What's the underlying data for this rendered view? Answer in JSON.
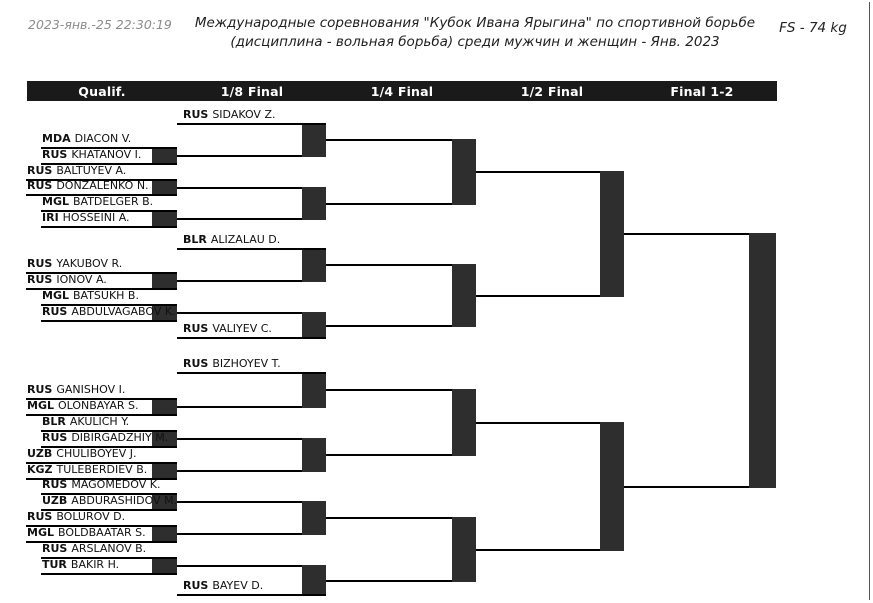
{
  "header": {
    "timestamp": "2023-янв.-25 22:30:19",
    "title_line1": "Международные соревнования \"Кубок Ивана Ярыгина\" по спортивной борьбе",
    "title_line2": "(дисциплина - вольная борьба) среди мужчин и женщин - Янв. 2023",
    "weight_class": "FS - 74 kg"
  },
  "round_headers": [
    {
      "label": "Qualif."
    },
    {
      "label": "1/8 Final"
    },
    {
      "label": "1/4 Final"
    },
    {
      "label": "1/2 Final"
    },
    {
      "label": "Final 1-2"
    }
  ],
  "qualif_matches": [
    {
      "a": {
        "country": "MDA",
        "name": "DIACON V."
      },
      "b": {
        "country": "RUS",
        "name": "KHATANOV I."
      }
    },
    {
      "a": {
        "country": "RUS",
        "name": "BALTUYEV A."
      },
      "b": {
        "country": "RUS",
        "name": "DONZALENKO N."
      }
    },
    {
      "a": {
        "country": "MGL",
        "name": "BATDELGER B."
      },
      "b": {
        "country": "IRI",
        "name": "HOSSEINI A."
      }
    },
    {
      "a": {
        "country": "RUS",
        "name": "YAKUBOV R."
      },
      "b": {
        "country": "RUS",
        "name": "IONOV A."
      }
    },
    {
      "a": {
        "country": "MGL",
        "name": "BATSUKH B."
      },
      "b": {
        "country": "RUS",
        "name": "ABDULVAGABOV K."
      }
    },
    {
      "a": {
        "country": "RUS",
        "name": "GANISHOV I."
      },
      "b": {
        "country": "MGL",
        "name": "OLONBAYAR S."
      }
    },
    {
      "a": {
        "country": "BLR",
        "name": "AKULICH Y."
      },
      "b": {
        "country": "RUS",
        "name": "DIBIRGADZHIY M."
      }
    },
    {
      "a": {
        "country": "UZB",
        "name": "CHULIBOYEV J."
      },
      "b": {
        "country": "KGZ",
        "name": "TULEBERDIEV B."
      }
    },
    {
      "a": {
        "country": "RUS",
        "name": "MAGOMEDOV K."
      },
      "b": {
        "country": "UZB",
        "name": "ABDURASHIDOV M."
      }
    },
    {
      "a": {
        "country": "RUS",
        "name": "BOLUROV D."
      },
      "b": {
        "country": "MGL",
        "name": "BOLDBAATAR S."
      }
    },
    {
      "a": {
        "country": "RUS",
        "name": "ARSLANOV B."
      },
      "b": {
        "country": "TUR",
        "name": "BAKIR H."
      }
    }
  ],
  "r16_direct": [
    {
      "country": "RUS",
      "name": "SIDAKOV Z."
    },
    {
      "country": "BLR",
      "name": "ALIZALAU D."
    },
    {
      "country": "RUS",
      "name": "VALIYEV C."
    },
    {
      "country": "RUS",
      "name": "BIZHOYEV T."
    },
    {
      "country": "RUS",
      "name": "BAYEV D."
    }
  ],
  "r16_matches": [
    {
      "top": {
        "source": "direct",
        "index": 0
      },
      "bottom": {
        "source": "qualif",
        "index": 0
      }
    },
    {
      "top": {
        "source": "qualif",
        "index": 1
      },
      "bottom": {
        "source": "qualif",
        "index": 2
      }
    },
    {
      "top": {
        "source": "direct",
        "index": 1
      },
      "bottom": {
        "source": "qualif",
        "index": 3
      }
    },
    {
      "top": {
        "source": "qualif",
        "index": 4
      },
      "bottom": {
        "source": "direct",
        "index": 2
      }
    },
    {
      "top": {
        "source": "direct",
        "index": 3
      },
      "bottom": {
        "source": "qualif",
        "index": 5
      }
    },
    {
      "top": {
        "source": "qualif",
        "index": 6
      },
      "bottom": {
        "source": "qualif",
        "index": 7
      }
    },
    {
      "top": {
        "source": "qualif",
        "index": 8
      },
      "bottom": {
        "source": "qualif",
        "index": 9
      }
    },
    {
      "top": {
        "source": "qualif",
        "index": 10
      },
      "bottom": {
        "source": "direct",
        "index": 4
      }
    }
  ],
  "colors": {
    "header_bar": "#1a1a1a",
    "header_text": "#ffffff",
    "box_fill": "#2e2e2e",
    "line_color": "#000000",
    "timestamp": "#8c8c8c",
    "title": "#1f1f1f",
    "name_text": "#111111",
    "page_border": "#555555"
  }
}
